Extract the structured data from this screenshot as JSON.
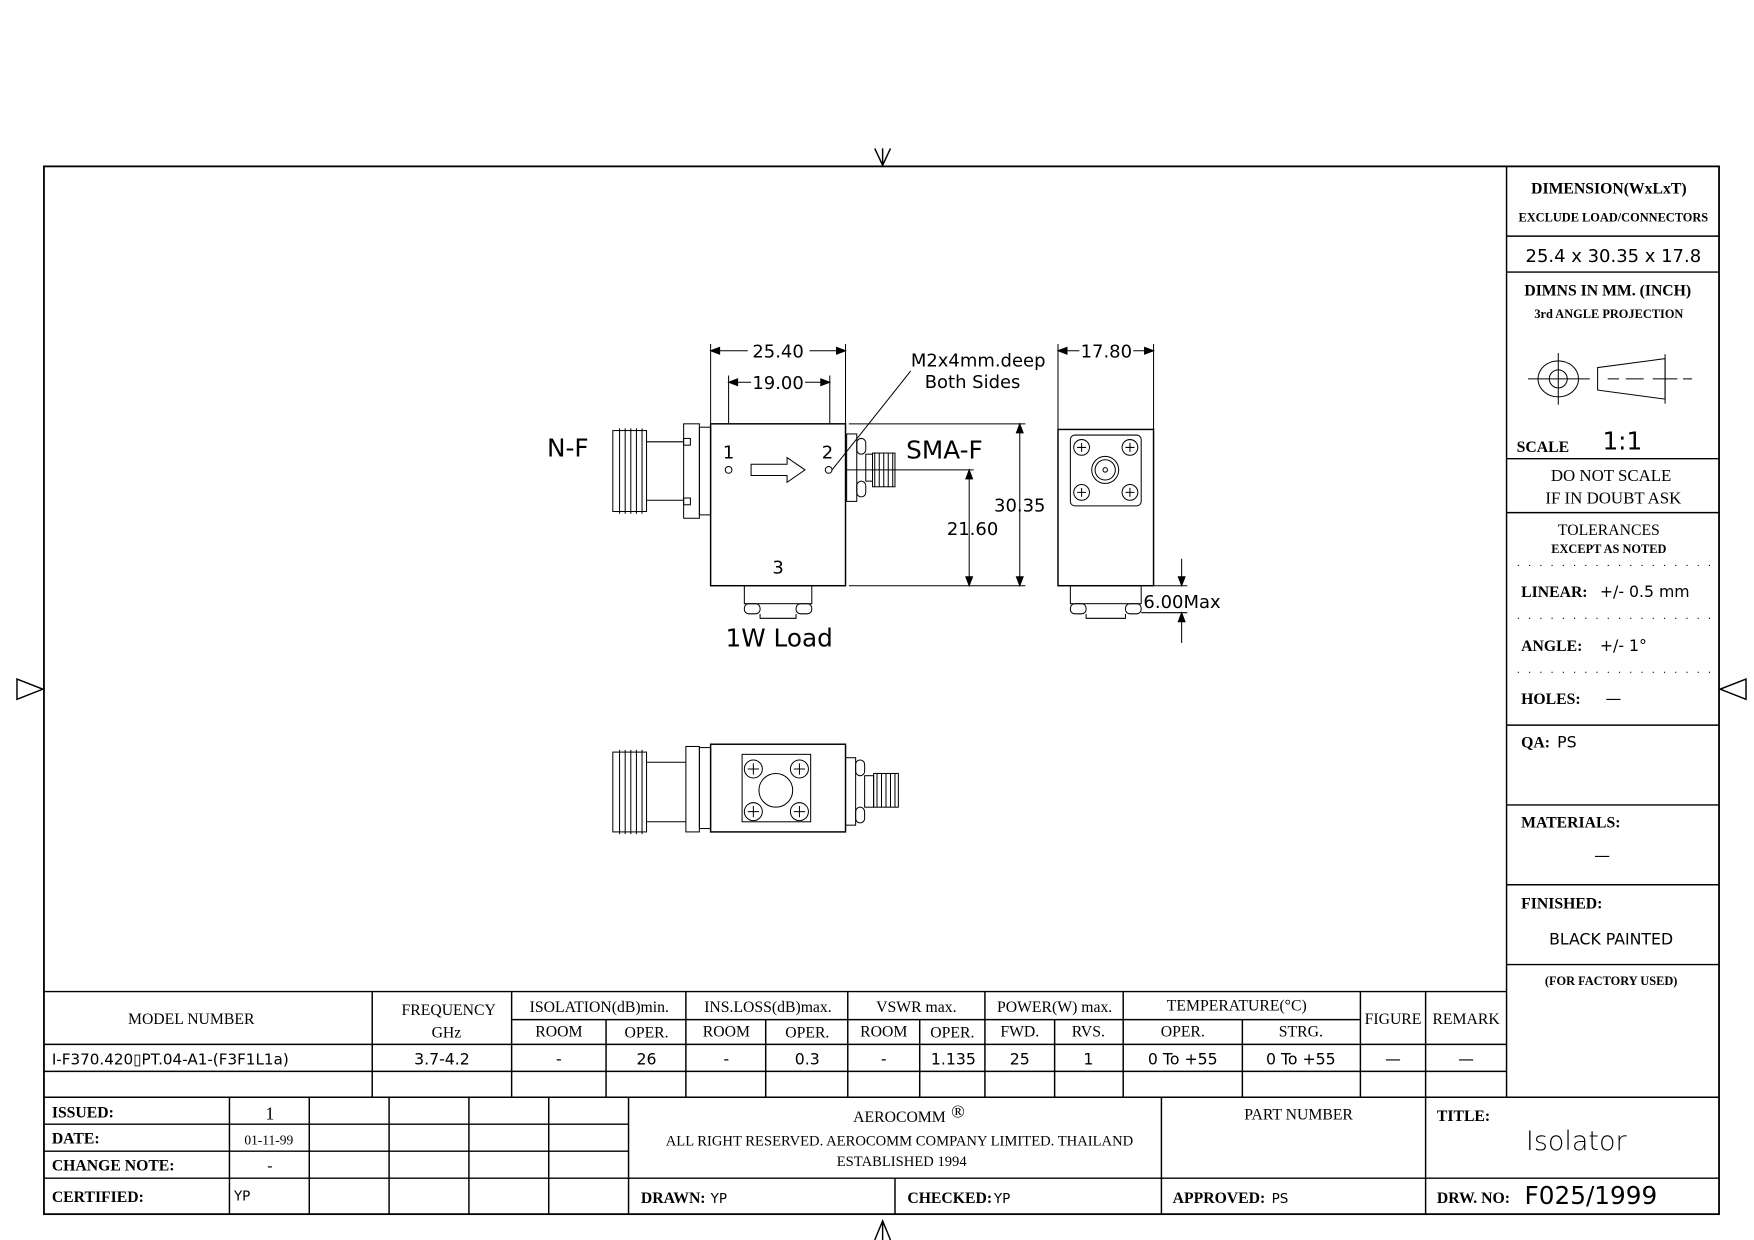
{
  "drawing": {
    "dim_width": "25.40",
    "dim_hole_spacing": "19.00",
    "dim_thickness": "17.80",
    "dim_length": "30.35",
    "dim_port_height": "21.60",
    "dim_load_max": "6.00Max",
    "note_thread_line1": "M2x4mm.deep",
    "note_thread_line2": "Both Sides",
    "port1_connector": "N-F",
    "port2_connector": "SMA-F",
    "port1": "1",
    "port2": "2",
    "port3": "3",
    "load_label": "1W Load"
  },
  "side_panel": {
    "dimension_title": "DIMENSION(WxLxT)",
    "dimension_subtitle": "EXCLUDE LOAD/CONNECTORS",
    "dimension_value": "25.4  x  30.35  x  17.8",
    "units": "DIMNS IN MM. (INCH)",
    "projection": "3rd ANGLE PROJECTION",
    "scale_label": "SCALE",
    "scale_value": "1:1",
    "do_not_scale_1": "DO NOT SCALE",
    "do_not_scale_2": "IF IN DOUBT ASK",
    "tolerances_title": "TOLERANCES",
    "tolerances_subtitle": "EXCEPT AS NOTED",
    "linear_label": "LINEAR:",
    "linear_value": "+/-  0.5  mm",
    "angle_label": "ANGLE:",
    "angle_value": "+/-  1°",
    "holes_label": "HOLES:",
    "holes_value": "—",
    "qa_label": "QA:",
    "qa_value": "PS",
    "materials_label": "MATERIALS:",
    "materials_value": "—",
    "finished_label": "FINISHED:",
    "finished_value": "BLACK PAINTED",
    "factory_note": "(FOR FACTORY USED)"
  },
  "spec_table": {
    "headers": {
      "model": "MODEL NUMBER",
      "frequency": "FREQUENCY",
      "frequency_unit": "GHz",
      "isolation": "ISOLATION(dB)min.",
      "ins_loss": "INS.LOSS(dB)max.",
      "vswr": "VSWR  max.",
      "power": "POWER(W)  max.",
      "temperature": "TEMPERATURE(°C)",
      "figure": "FIGURE",
      "remark": "REMARK",
      "room": "ROOM",
      "oper": "OPER.",
      "fwd": "FWD.",
      "rvs": "RVS.",
      "strg": "STRG."
    },
    "row": {
      "model": "I-F370.420▯PT.04-A1-(F3F1L1a)",
      "frequency": "3.7-4.2",
      "isolation_room": "-",
      "isolation_oper": "26",
      "ins_loss_room": "-",
      "ins_loss_oper": "0.3",
      "vswr_room": "-",
      "vswr_oper": "1.135",
      "power_fwd": "25",
      "power_rvs": "1",
      "temp_oper": "0  To  +55",
      "temp_strg": "0  To  +55",
      "figure": "—",
      "remark": "—"
    }
  },
  "title_block": {
    "issued_label": "ISSUED:",
    "issued_value": "1",
    "date_label": "DATE:",
    "date_value": "01-11-99",
    "change_note_label": "CHANGE NOTE:",
    "change_note_value": "-",
    "certified_label": "CERTIFIED:",
    "certified_value": "YP",
    "company": "AEROCOMM",
    "registered": "®",
    "rights": "ALL RIGHT RESERVED. AEROCOMM COMPANY LIMITED. THAILAND",
    "established": "ESTABLISHED 1994",
    "part_number_label": "PART NUMBER",
    "title_label": "TITLE:",
    "title_value": "Isolator",
    "drawn_label": "DRAWN:",
    "drawn_value": "YP",
    "checked_label": "CHECKED:",
    "checked_value": "YP",
    "approved_label": "APPROVED:",
    "approved_value": "PS",
    "drw_no_label": "DRW. NO:",
    "drw_no_value": "F025/1999"
  }
}
